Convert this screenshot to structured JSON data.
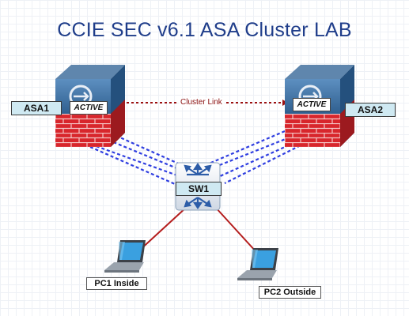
{
  "title": "CCIE SEC v6.1 ASA Cluster LAB",
  "colors": {
    "title": "#1f3d8a",
    "cluster_link": "#9b1111",
    "trunk_links": "#2f3ee0",
    "access_links": "#b41c1c",
    "firewall_brick": "#d8262c",
    "device_blue": "#3d6fa0"
  },
  "devices": {
    "asa1": {
      "name": "ASA1",
      "state": "ACTIVE",
      "icon": "firewall-icon"
    },
    "asa2": {
      "name": "ASA2",
      "state": "ACTIVE",
      "icon": "firewall-icon"
    },
    "sw1": {
      "name": "SW1",
      "icon": "switch-icon"
    },
    "pc1": {
      "name": "PC1 Inside",
      "icon": "laptop-icon"
    },
    "pc2": {
      "name": "PC2 Outside",
      "icon": "laptop-icon"
    }
  },
  "links": {
    "cluster_link_label": "Cluster Link"
  }
}
